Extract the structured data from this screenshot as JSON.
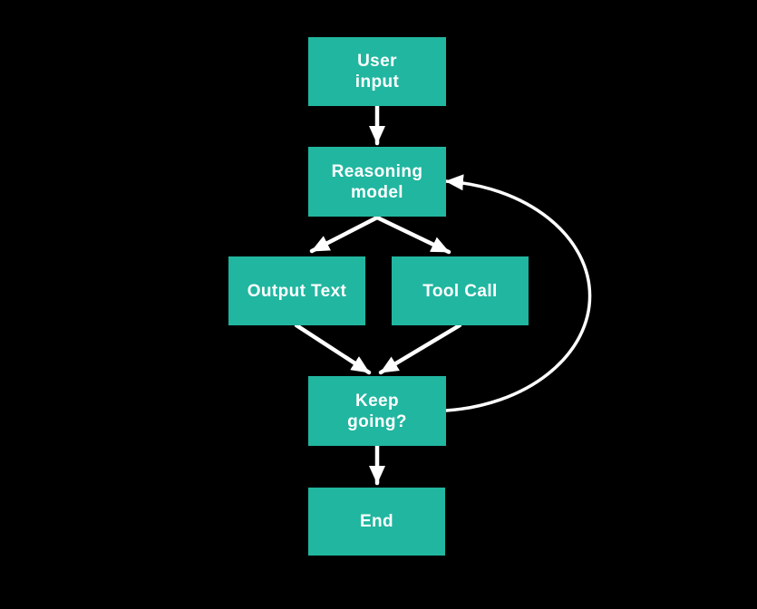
{
  "diagram": {
    "background_color": "#000000",
    "node_fill_color": "#21b6a0",
    "node_text_color": "#ffffff",
    "arrow_color": "#ffffff",
    "nodes": [
      {
        "id": "user-input",
        "label": "User\ninput"
      },
      {
        "id": "reasoning-model",
        "label": "Reasoning\nmodel"
      },
      {
        "id": "output-text",
        "label": "Output Text"
      },
      {
        "id": "tool-call",
        "label": "Tool Call"
      },
      {
        "id": "keep-going",
        "label": "Keep\ngoing?"
      },
      {
        "id": "end",
        "label": "End"
      }
    ],
    "edges": [
      {
        "from": "user-input",
        "to": "reasoning-model",
        "style": "straight"
      },
      {
        "from": "reasoning-model",
        "to": "output-text",
        "style": "diagonal"
      },
      {
        "from": "reasoning-model",
        "to": "tool-call",
        "style": "diagonal"
      },
      {
        "from": "output-text",
        "to": "keep-going",
        "style": "diagonal"
      },
      {
        "from": "tool-call",
        "to": "keep-going",
        "style": "diagonal"
      },
      {
        "from": "keep-going",
        "to": "end",
        "style": "straight"
      },
      {
        "from": "keep-going",
        "to": "reasoning-model",
        "style": "loop-right"
      }
    ]
  }
}
